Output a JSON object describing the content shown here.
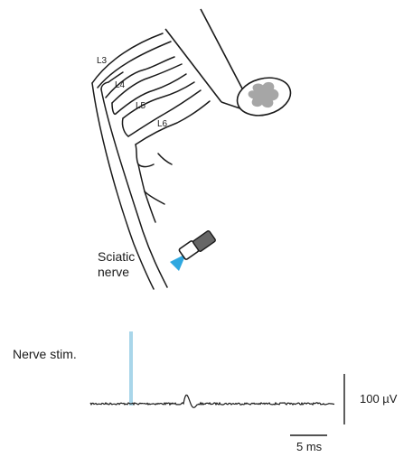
{
  "diagram": {
    "root_labels": [
      "L3",
      "L4",
      "L5",
      "L6"
    ],
    "nerve_label_line1": "Sciatic",
    "nerve_label_line2": "nerve"
  },
  "recording": {
    "stim_label": "Nerve stim.",
    "voltage_scale": "100 µV",
    "time_scale": "5 ms"
  },
  "colors": {
    "line": "#1a1a1a",
    "cord_gray": "#a6a6a6",
    "light_blue": "#2fa8e0",
    "stim_bar": "#a9d6ea",
    "trace": "#1a1a1a"
  },
  "icons": [
    "spinal-cord-icon",
    "light-source-icon"
  ]
}
